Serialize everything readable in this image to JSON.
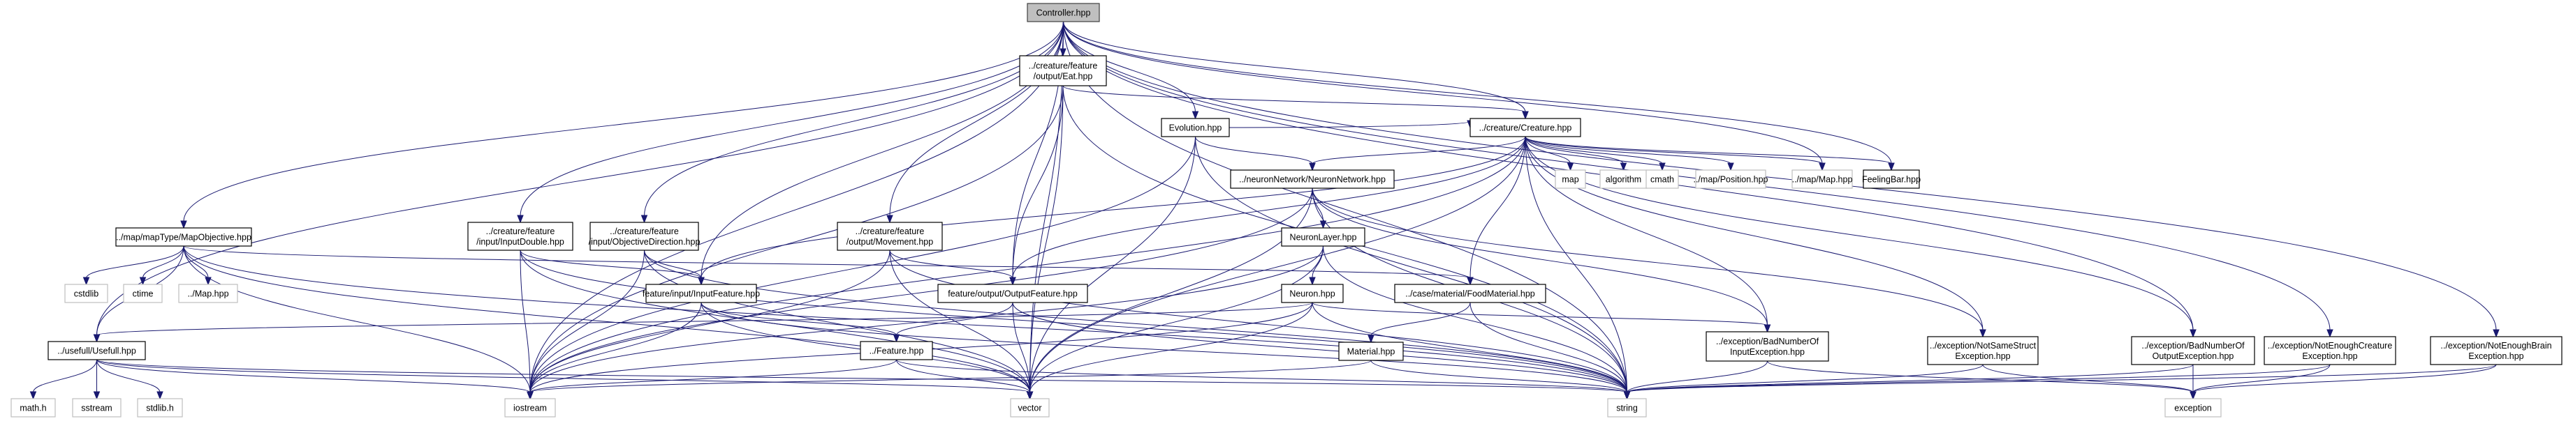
{
  "title": "Controller.hpp include dependency graph",
  "colors": {
    "edge": "#191970",
    "root_fill": "#bfbfbf",
    "node_border": "#000000",
    "system_border": "#bfbfbf"
  },
  "nodes": [
    {
      "id": "controller",
      "label": [
        "Controller.hpp"
      ],
      "kind": "root"
    },
    {
      "id": "eat",
      "label": [
        "../creature/feature",
        "/output/Eat.hpp"
      ],
      "kind": "file"
    },
    {
      "id": "evolution",
      "label": [
        "Evolution.hpp"
      ],
      "kind": "file"
    },
    {
      "id": "creature",
      "label": [
        "../creature/Creature.hpp"
      ],
      "kind": "file"
    },
    {
      "id": "neuronnetwork",
      "label": [
        "../neuronNetwork/NeuronNetwork.hpp"
      ],
      "kind": "file"
    },
    {
      "id": "map",
      "label": [
        "map"
      ],
      "kind": "system"
    },
    {
      "id": "algorithm",
      "label": [
        "algorithm"
      ],
      "kind": "system"
    },
    {
      "id": "cmath",
      "label": [
        "cmath"
      ],
      "kind": "system"
    },
    {
      "id": "position",
      "label": [
        "../map/Position.hpp"
      ],
      "kind": "system"
    },
    {
      "id": "maphpp",
      "label": [
        "../map/Map.hpp"
      ],
      "kind": "system"
    },
    {
      "id": "feelingbar",
      "label": [
        "FeelingBar.hpp"
      ],
      "kind": "file"
    },
    {
      "id": "mapobjective",
      "label": [
        "../map/mapType/MapObjective.hpp"
      ],
      "kind": "file"
    },
    {
      "id": "inputdouble",
      "label": [
        "../creature/feature",
        "/input/InputDouble.hpp"
      ],
      "kind": "file"
    },
    {
      "id": "objectivedirection",
      "label": [
        "../creature/feature",
        "/input/ObjectiveDirection.hpp"
      ],
      "kind": "file"
    },
    {
      "id": "movement",
      "label": [
        "../creature/feature",
        "/output/Movement.hpp"
      ],
      "kind": "file"
    },
    {
      "id": "neuronlayer",
      "label": [
        "NeuronLayer.hpp"
      ],
      "kind": "file"
    },
    {
      "id": "cstdlib",
      "label": [
        "cstdlib"
      ],
      "kind": "system"
    },
    {
      "id": "ctime",
      "label": [
        "ctime"
      ],
      "kind": "system"
    },
    {
      "id": "mapdot",
      "label": [
        "../Map.hpp"
      ],
      "kind": "system"
    },
    {
      "id": "inputfeature",
      "label": [
        "feature/input/InputFeature.hpp"
      ],
      "kind": "file"
    },
    {
      "id": "outputfeature",
      "label": [
        "feature/output/OutputFeature.hpp"
      ],
      "kind": "file"
    },
    {
      "id": "neuron",
      "label": [
        "Neuron.hpp"
      ],
      "kind": "file"
    },
    {
      "id": "foodmaterial",
      "label": [
        "../case/material/FoodMaterial.hpp"
      ],
      "kind": "file"
    },
    {
      "id": "usefull",
      "label": [
        "../usefull/Usefull.hpp"
      ],
      "kind": "file"
    },
    {
      "id": "feature",
      "label": [
        "../Feature.hpp"
      ],
      "kind": "file"
    },
    {
      "id": "material",
      "label": [
        "Material.hpp"
      ],
      "kind": "file"
    },
    {
      "id": "badinput",
      "label": [
        "../exception/BadNumberOf",
        "InputException.hpp"
      ],
      "kind": "file"
    },
    {
      "id": "notsamestruct",
      "label": [
        "../exception/NotSameStruct",
        "Exception.hpp"
      ],
      "kind": "file"
    },
    {
      "id": "badoutput",
      "label": [
        "../exception/BadNumberOf",
        "OutputException.hpp"
      ],
      "kind": "file"
    },
    {
      "id": "notenoughcreature",
      "label": [
        "../exception/NotEnoughCreature",
        "Exception.hpp"
      ],
      "kind": "file"
    },
    {
      "id": "notenoughbrain",
      "label": [
        "../exception/NotEnoughBrain",
        "Exception.hpp"
      ],
      "kind": "file"
    },
    {
      "id": "mathh",
      "label": [
        "math.h"
      ],
      "kind": "system"
    },
    {
      "id": "sstream",
      "label": [
        "sstream"
      ],
      "kind": "system"
    },
    {
      "id": "stdlibh",
      "label": [
        "stdlib.h"
      ],
      "kind": "system"
    },
    {
      "id": "iostream",
      "label": [
        "iostream"
      ],
      "kind": "system"
    },
    {
      "id": "vector",
      "label": [
        "vector"
      ],
      "kind": "system"
    },
    {
      "id": "string",
      "label": [
        "string"
      ],
      "kind": "system"
    },
    {
      "id": "exception",
      "label": [
        "exception"
      ],
      "kind": "system"
    }
  ],
  "edges": [
    [
      "controller",
      "eat"
    ],
    [
      "controller",
      "evolution"
    ],
    [
      "controller",
      "creature"
    ],
    [
      "controller",
      "maphpp"
    ],
    [
      "controller",
      "feelingbar"
    ],
    [
      "controller",
      "mapobjective"
    ],
    [
      "controller",
      "inputdouble"
    ],
    [
      "controller",
      "objectivedirection"
    ],
    [
      "controller",
      "movement"
    ],
    [
      "controller",
      "inputfeature"
    ],
    [
      "controller",
      "outputfeature"
    ],
    [
      "controller",
      "usefull"
    ],
    [
      "controller",
      "iostream"
    ],
    [
      "controller",
      "vector"
    ],
    [
      "controller",
      "string"
    ],
    [
      "controller",
      "badoutput"
    ],
    [
      "controller",
      "notenoughcreature"
    ],
    [
      "controller",
      "notenoughbrain"
    ],
    [
      "eat",
      "creature"
    ],
    [
      "eat",
      "outputfeature"
    ],
    [
      "eat",
      "iostream"
    ],
    [
      "eat",
      "vector"
    ],
    [
      "eat",
      "string"
    ],
    [
      "evolution",
      "neuronnetwork"
    ],
    [
      "evolution",
      "creature"
    ],
    [
      "evolution",
      "iostream"
    ],
    [
      "evolution",
      "vector"
    ],
    [
      "evolution",
      "string"
    ],
    [
      "creature",
      "neuronnetwork"
    ],
    [
      "creature",
      "map"
    ],
    [
      "creature",
      "algorithm"
    ],
    [
      "creature",
      "cmath"
    ],
    [
      "creature",
      "position"
    ],
    [
      "creature",
      "maphpp"
    ],
    [
      "creature",
      "feelingbar"
    ],
    [
      "creature",
      "inputfeature"
    ],
    [
      "creature",
      "outputfeature"
    ],
    [
      "creature",
      "foodmaterial"
    ],
    [
      "creature",
      "badinput"
    ],
    [
      "creature",
      "iostream"
    ],
    [
      "creature",
      "vector"
    ],
    [
      "creature",
      "string"
    ],
    [
      "creature",
      "notsamestruct"
    ],
    [
      "creature",
      "badoutput"
    ],
    [
      "neuronnetwork",
      "neuronlayer"
    ],
    [
      "neuronnetwork",
      "badinput"
    ],
    [
      "neuronnetwork",
      "notsamestruct"
    ],
    [
      "neuronnetwork",
      "iostream"
    ],
    [
      "neuronnetwork",
      "vector"
    ],
    [
      "neuronnetwork",
      "string"
    ],
    [
      "neuronlayer",
      "neuron"
    ],
    [
      "neuronlayer",
      "iostream"
    ],
    [
      "neuronlayer",
      "vector"
    ],
    [
      "neuronlayer",
      "string"
    ],
    [
      "mapobjective",
      "cstdlib"
    ],
    [
      "mapobjective",
      "ctime"
    ],
    [
      "mapobjective",
      "mapdot"
    ],
    [
      "mapobjective",
      "foodmaterial"
    ],
    [
      "mapobjective",
      "usefull"
    ],
    [
      "mapobjective",
      "iostream"
    ],
    [
      "mapobjective",
      "vector"
    ],
    [
      "mapobjective",
      "string"
    ],
    [
      "inputdouble",
      "inputfeature"
    ],
    [
      "inputdouble",
      "iostream"
    ],
    [
      "inputdouble",
      "vector"
    ],
    [
      "inputdouble",
      "string"
    ],
    [
      "objectivedirection",
      "inputfeature"
    ],
    [
      "objectivedirection",
      "iostream"
    ],
    [
      "objectivedirection",
      "vector"
    ],
    [
      "objectivedirection",
      "string"
    ],
    [
      "movement",
      "outputfeature"
    ],
    [
      "movement",
      "iostream"
    ],
    [
      "movement",
      "vector"
    ],
    [
      "movement",
      "string"
    ],
    [
      "inputfeature",
      "feature"
    ],
    [
      "inputfeature",
      "iostream"
    ],
    [
      "inputfeature",
      "vector"
    ],
    [
      "inputfeature",
      "string"
    ],
    [
      "outputfeature",
      "feature"
    ],
    [
      "outputfeature",
      "vector"
    ],
    [
      "outputfeature",
      "string"
    ],
    [
      "neuron",
      "usefull"
    ],
    [
      "neuron",
      "badinput"
    ],
    [
      "neuron",
      "iostream"
    ],
    [
      "neuron",
      "vector"
    ],
    [
      "neuron",
      "string"
    ],
    [
      "foodmaterial",
      "material"
    ],
    [
      "foodmaterial",
      "string"
    ],
    [
      "material",
      "iostream"
    ],
    [
      "material",
      "string"
    ],
    [
      "usefull",
      "mathh"
    ],
    [
      "usefull",
      "sstream"
    ],
    [
      "usefull",
      "stdlibh"
    ],
    [
      "usefull",
      "iostream"
    ],
    [
      "usefull",
      "vector"
    ],
    [
      "usefull",
      "string"
    ],
    [
      "feature",
      "iostream"
    ],
    [
      "feature",
      "vector"
    ],
    [
      "feature",
      "string"
    ],
    [
      "badinput",
      "string"
    ],
    [
      "badinput",
      "exception"
    ],
    [
      "notsamestruct",
      "string"
    ],
    [
      "notsamestruct",
      "exception"
    ],
    [
      "badoutput",
      "string"
    ],
    [
      "badoutput",
      "exception"
    ],
    [
      "notenoughcreature",
      "string"
    ],
    [
      "notenoughcreature",
      "exception"
    ],
    [
      "notenoughbrain",
      "string"
    ],
    [
      "notenoughbrain",
      "exception"
    ]
  ]
}
